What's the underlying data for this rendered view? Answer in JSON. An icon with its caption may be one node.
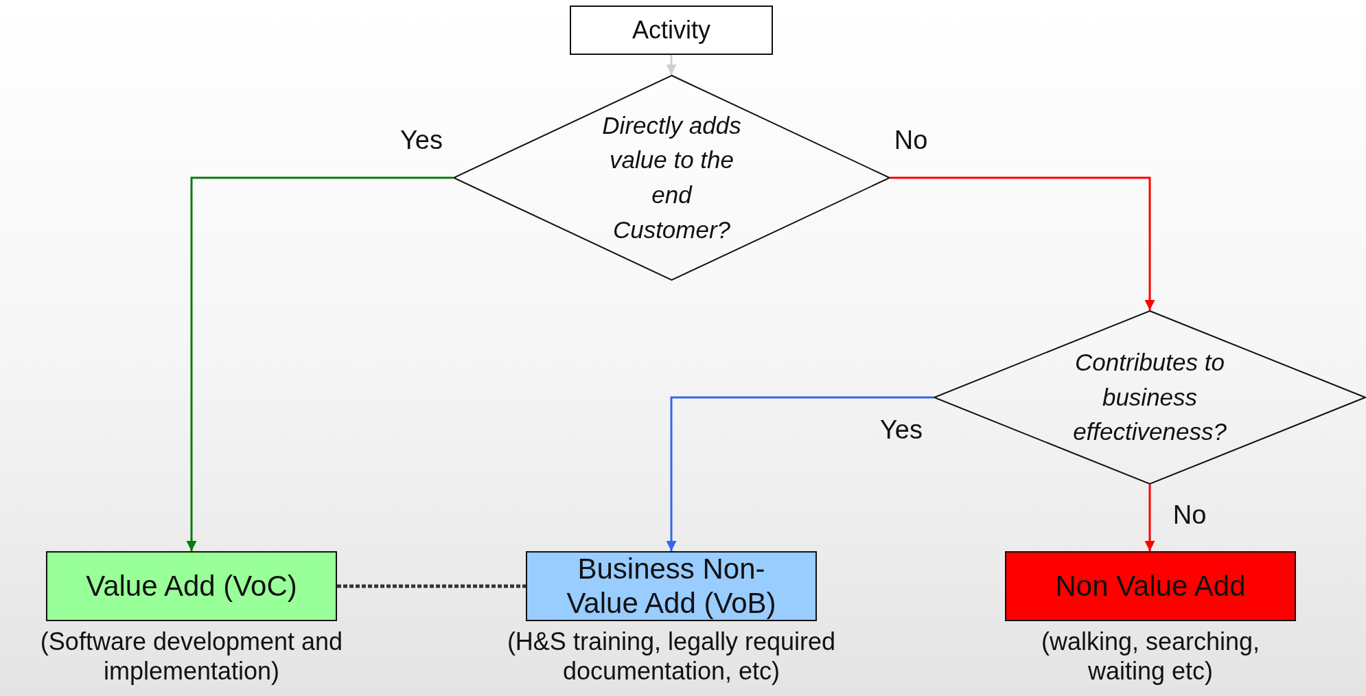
{
  "diagram": {
    "nodes": [
      {
        "text": [
          "Activity"
        ]
      },
      {
        "text": [
          "Directly adds value to the end Customer?"
        ]
      },
      {
        "text": [
          "Contributes to business effectiveness?"
        ]
      },
      {
        "text": [
          "Value Add (VoC)"
        ],
        "beside": [
          "(Software development and implementation)"
        ]
      },
      {
        "text": [
          "Business Non-Value Add (VoB)"
        ],
        "beside": [
          "(H&S training, legally required documentation, etc)"
        ]
      },
      {
        "text": [
          "Non Value Add"
        ],
        "beside": [
          "(walking, searching, waiting etc)"
        ]
      }
    ],
    "edges": [
      {
        "from": 0,
        "to": 1,
        "arrow": "to",
        "color": "#d0d0d4"
      },
      {
        "from": 1,
        "to": 3,
        "arrow": "to",
        "label": "Yes",
        "color": "#0a7a0a"
      },
      {
        "from": 1,
        "to": 2,
        "arrow": "to",
        "label": "No",
        "color": "#ff0000"
      },
      {
        "from": 2,
        "to": 4,
        "arrow": "to",
        "label": "Yes",
        "color": "#3366ee"
      },
      {
        "from": 2,
        "to": 5,
        "arrow": "to",
        "label": "No",
        "color": "#ff0000"
      },
      {
        "from": 3,
        "to": 4,
        "arrow": "none",
        "style": "dashed",
        "color": "#333333"
      }
    ]
  }
}
